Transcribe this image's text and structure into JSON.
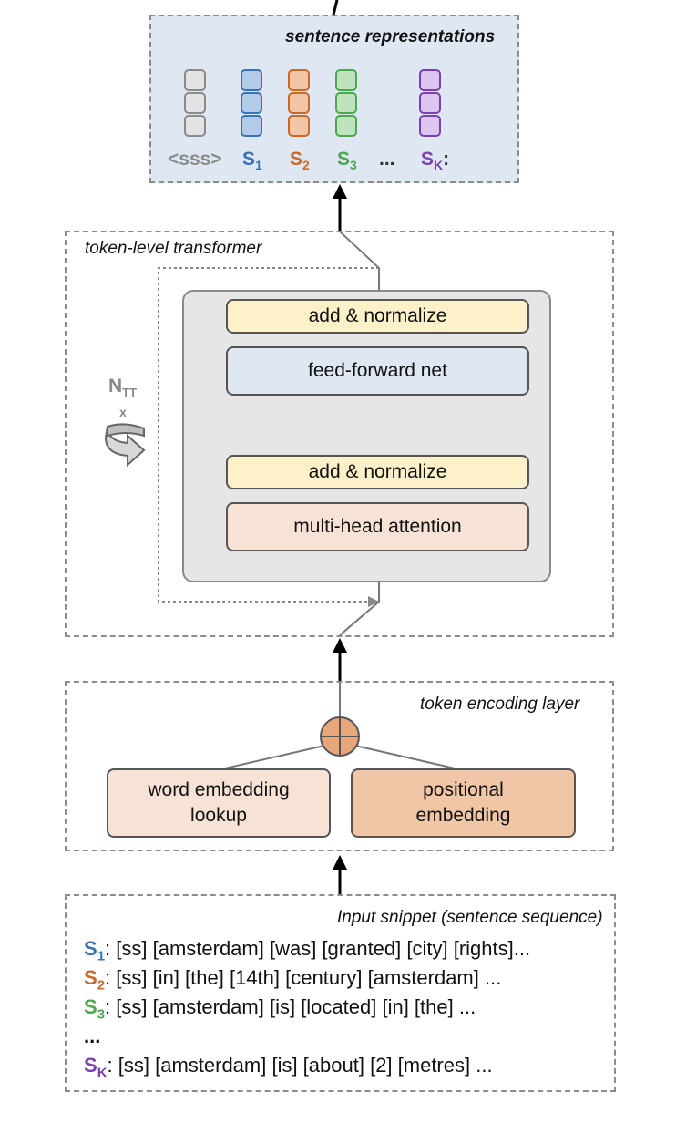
{
  "colors": {
    "s1": "#3a72b8",
    "s2": "#c8692a",
    "s3": "#4aa84f",
    "sk": "#7a3fb0",
    "gray": "#8a8a8a"
  },
  "sentence_rep": {
    "title": "sentence representations",
    "sss_label": "<sss>",
    "s1": "S",
    "s1_sub": "1",
    "s2": "S",
    "s2_sub": "2",
    "s3": "S",
    "s3_sub": "3",
    "dots": "...",
    "sk": "S",
    "sk_sub": "K",
    "sk_suffix": ":"
  },
  "transformer": {
    "title": "token-level transformer",
    "add_norm_top": "add & normalize",
    "ffn": "feed-forward net",
    "add_norm_bottom": "add & normalize",
    "mha": "multi-head attention",
    "repeat_label": "N",
    "repeat_sub": "TT",
    "repeat_x": "x"
  },
  "encoding": {
    "title": "token encoding layer",
    "word_emb": "word embedding lookup",
    "pos_emb": "positional embedding"
  },
  "input": {
    "title": "Input snippet (sentence sequence)",
    "lines": [
      {
        "label": "S",
        "sub": "1",
        "text": ": [ss] [amsterdam] [was] [granted] [city] [rights]..."
      },
      {
        "label": "S",
        "sub": "2",
        "text": ": [ss] [in] [the] [14th] [century] [amsterdam] ..."
      },
      {
        "label": "S",
        "sub": "3",
        "text": ": [ss] [amsterdam] [is] [located] [in] [the] ..."
      },
      {
        "label": "",
        "sub": "",
        "text": "..."
      },
      {
        "label": "S",
        "sub": "K",
        "text": ": [ss] [amsterdam] [is] [about] [2] [metres] ..."
      }
    ]
  }
}
